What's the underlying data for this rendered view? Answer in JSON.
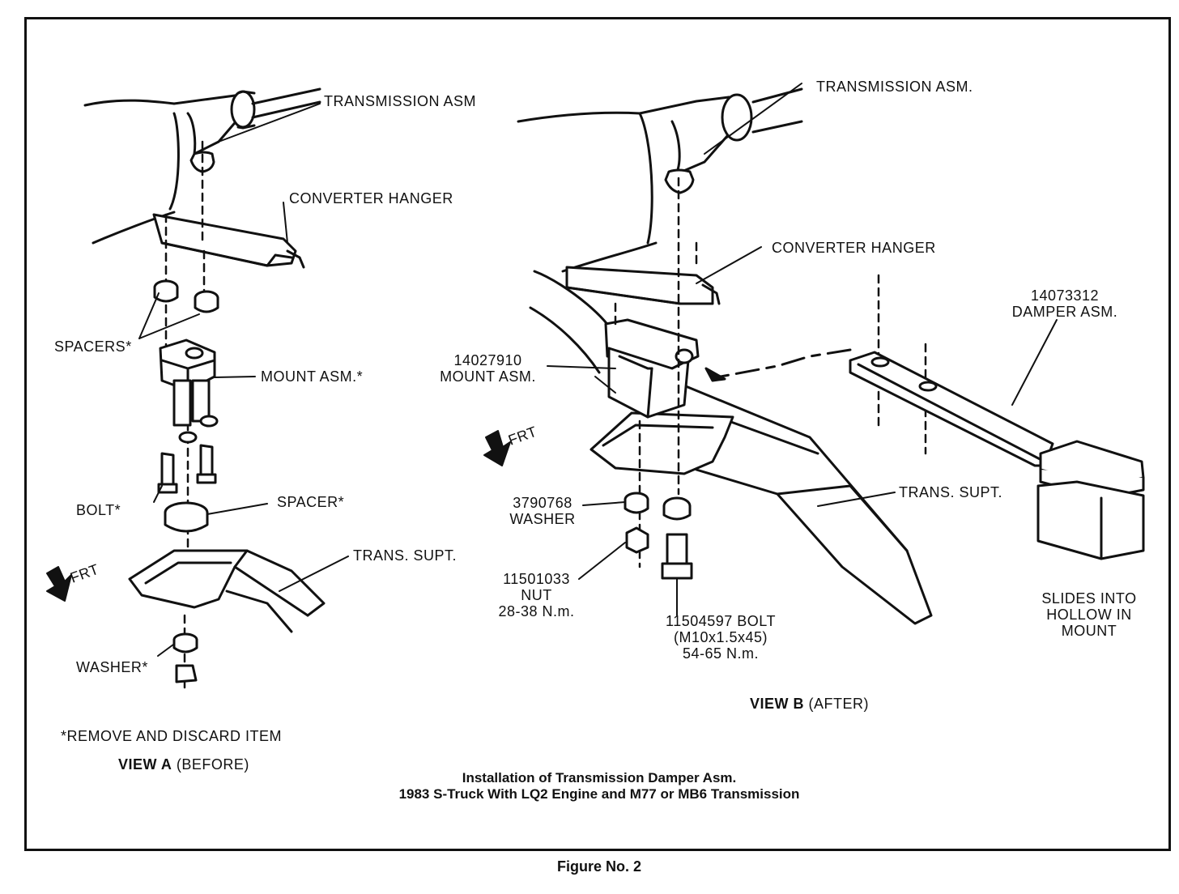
{
  "view_a": {
    "transmission": "TRANSMISSION ASM",
    "converter_hanger": "CONVERTER HANGER",
    "spacers": "SPACERS*",
    "mount": "MOUNT ASM.*",
    "bolt": "BOLT*",
    "spacer": "SPACER*",
    "trans_supt": "TRANS. SUPT.",
    "frt": "FRT",
    "washer": "WASHER*",
    "note": "*REMOVE AND DISCARD ITEM",
    "view_title": "VIEW A",
    "view_suffix": "(BEFORE)"
  },
  "view_b": {
    "transmission": "TRANSMISSION ASM.",
    "converter_hanger": "CONVERTER HANGER",
    "damper_part": "14073312",
    "damper": "DAMPER ASM.",
    "mount_part": "14027910",
    "mount": "MOUNT ASM.",
    "frt": "FRT",
    "washer_part": "3790768",
    "washer": "WASHER",
    "trans_supt": "TRANS. SUPT.",
    "nut_part": "11501033",
    "nut": "NUT",
    "nut_torque": "28-38  N.m.",
    "bolt_part": "11504597 BOLT",
    "bolt_size": "(M10x1.5x45)",
    "bolt_torque": "54-65 N.m.",
    "slides_1": "SLIDES INTO",
    "slides_2": "HOLLOW IN",
    "slides_3": "MOUNT",
    "view_title": "VIEW B",
    "view_suffix": "(AFTER)"
  },
  "caption": {
    "line1": "Installation of Transmission Damper Asm.",
    "line2": "1983 S-Truck With LQ2 Engine and M77 or MB6 Transmission"
  },
  "figure": "Figure No. 2"
}
